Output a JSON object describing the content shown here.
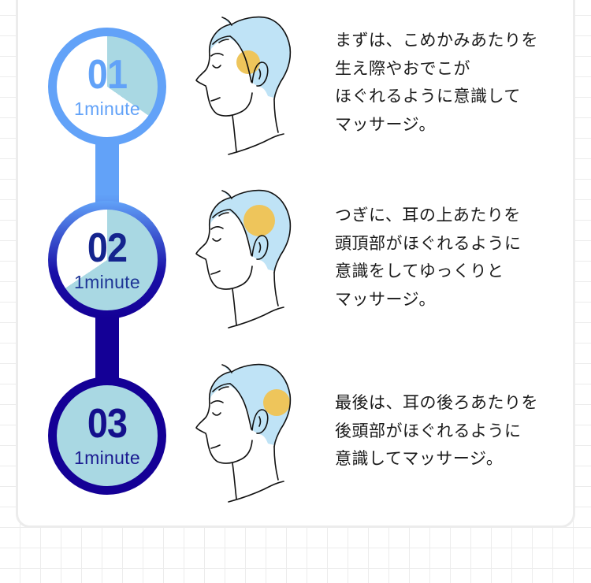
{
  "colors": {
    "step1_ring": "#62a2f8",
    "step2_ring_gradient": [
      "#62a2f8",
      "#140096"
    ],
    "step3_ring": "#140096",
    "progress_fill": "#a9d8e3",
    "hair": "#bfe3f6",
    "highlight": "#eec55b",
    "grid_line": "#ececec"
  },
  "steps": [
    {
      "number": "01",
      "duration": "1minute",
      "progress": "1/3",
      "massage_area": "temples / hairline / forehead",
      "lines": [
        "まずは、こめかみあたりを",
        "生え際やおでこが",
        "ほぐれるように意識して",
        "マッサージ。"
      ]
    },
    {
      "number": "02",
      "duration": "1minute",
      "progress": "2/3",
      "massage_area": "above the ear / top of head",
      "lines": [
        "つぎに、耳の上あたりを",
        "頭頂部がほぐれるように",
        "意識をしてゆっくりと",
        "マッサージ。"
      ]
    },
    {
      "number": "03",
      "duration": "1minute",
      "progress": "3/3",
      "massage_area": "behind the ear / back of head",
      "lines": [
        "最後は、耳の後ろあたりを",
        "後頭部がほぐれるように",
        "意識してマッサージ。"
      ]
    }
  ]
}
